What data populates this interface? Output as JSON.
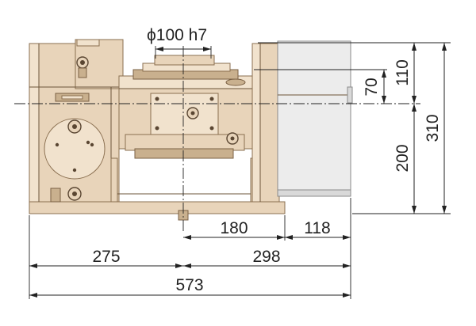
{
  "dimensions": {
    "shaft_diameter": "ϕ100 h7",
    "height_upper": "110",
    "height_face": "70",
    "height_total": "310",
    "height_lower": "200",
    "width_center_to_right": "180",
    "width_right_offset": "118",
    "width_left": "275",
    "width_right": "298",
    "width_total": "573"
  },
  "colors": {
    "body": "#e8d4ba",
    "body_dark": "#c9b08e",
    "motor_housing": "#ececec",
    "line": "#222222"
  }
}
